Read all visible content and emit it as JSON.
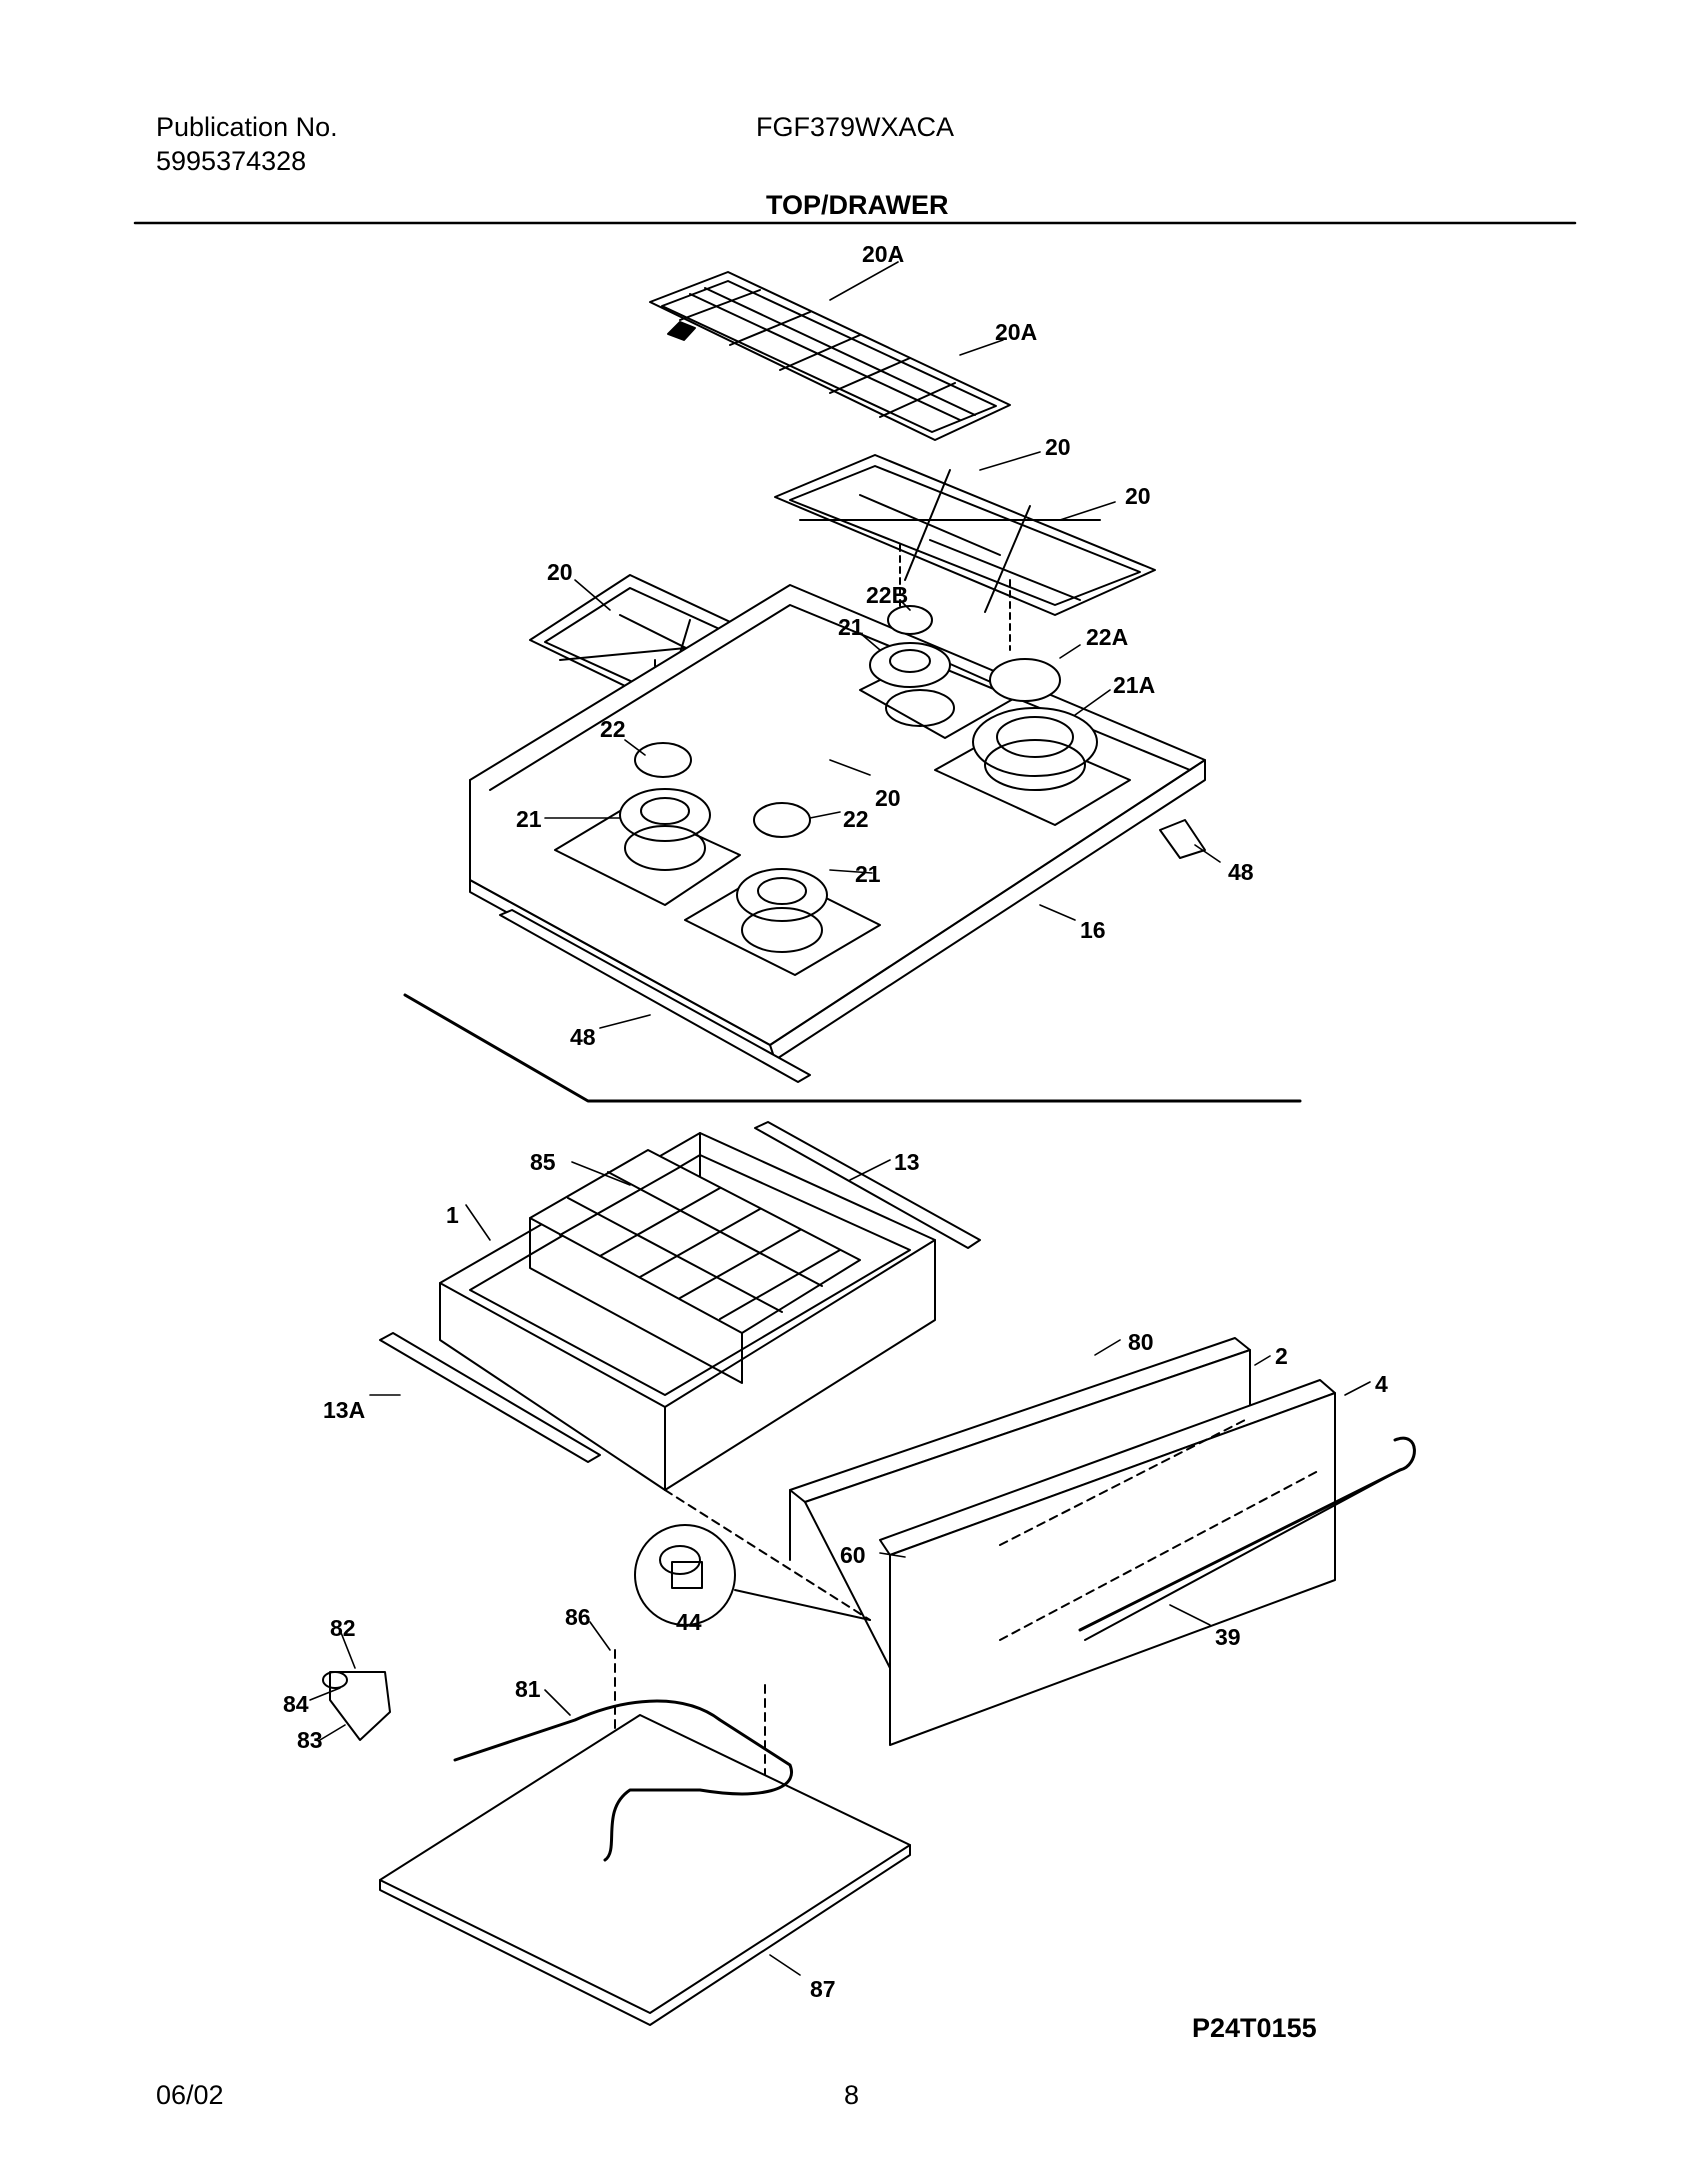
{
  "header": {
    "publication_label": "Publication No.",
    "publication_number": "5995374328",
    "model": "FGF379WXACA",
    "section_title": "TOP/DRAWER"
  },
  "diagram_code": "P24T0155",
  "footer": {
    "date": "06/02",
    "page_number": "8"
  },
  "callouts": {
    "c20A_a": "20A",
    "c20A_b": "20A",
    "c20_a": "20",
    "c20_b": "20",
    "c20_c": "20",
    "c20_d": "20",
    "c22B": "22B",
    "c21_a": "21",
    "c22A": "22A",
    "c21A": "21A",
    "c22_a": "22",
    "c21_b": "21",
    "c22_b": "22",
    "c21_c": "21",
    "c48_a": "48",
    "c16": "16",
    "c48_b": "48",
    "c85": "85",
    "c13": "13",
    "c1": "1",
    "c80": "80",
    "c2": "2",
    "c4": "4",
    "c13A": "13A",
    "c60": "60",
    "c82": "82",
    "c86": "86",
    "c44": "44",
    "c39": "39",
    "c84": "84",
    "c81": "81",
    "c83": "83",
    "c87": "87"
  }
}
